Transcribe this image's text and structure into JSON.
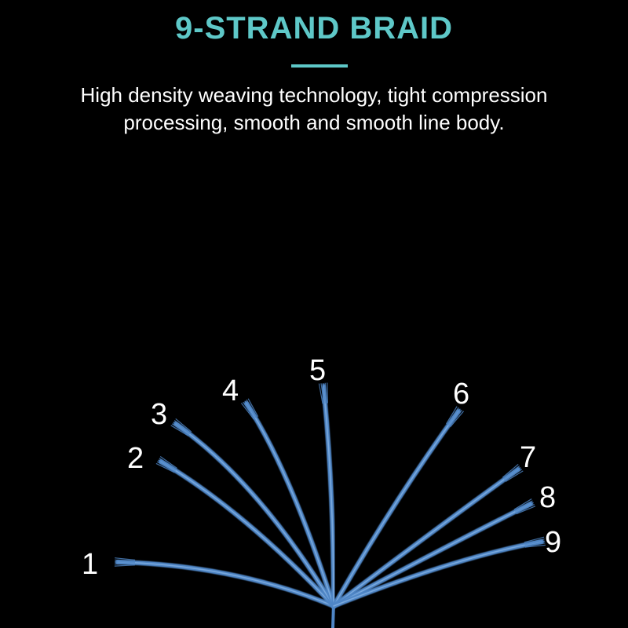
{
  "header": {
    "title": "9-STRAND BRAID",
    "subtitle": "High density weaving technology, tight compression processing, smooth and smooth line body."
  },
  "strands": {
    "labels": [
      "1",
      "2",
      "3",
      "4",
      "5",
      "6",
      "7",
      "8",
      "9"
    ],
    "count": 9
  },
  "colors": {
    "background": "#000000",
    "accent": "#5ec8c8",
    "strand": "#4f86c6",
    "strand_highlight": "#8cb6e6",
    "text": "#ffffff"
  }
}
